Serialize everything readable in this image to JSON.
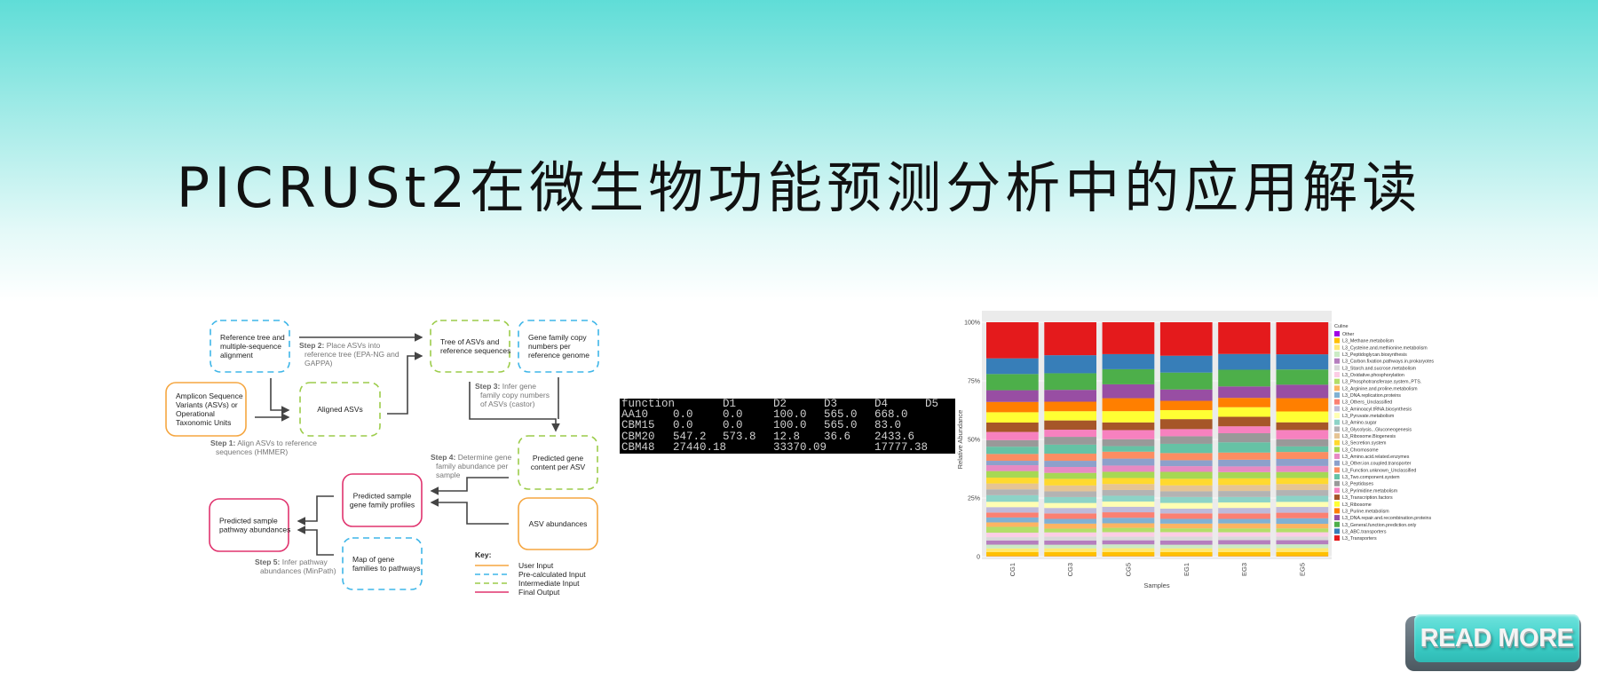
{
  "title": "PICRUSt2在微生物功能预测分析中的应用解读",
  "flowchart": {
    "boxes": {
      "reference_tree": [
        "Reference tree and",
        "multiple-sequence",
        "alignment"
      ],
      "tree_of_asvs": [
        "Tree of ASVs and",
        "reference sequences"
      ],
      "gene_family_copy": [
        "Gene family copy",
        "numbers per",
        "reference genome"
      ],
      "amplicon": [
        "Amplicon Sequence",
        "Variants (ASVs) or",
        "Operational",
        "Taxonomic Units"
      ],
      "aligned_asvs": [
        "Aligned ASVs"
      ],
      "predicted_gene_content": [
        "Predicted gene",
        "content per ASV"
      ],
      "asv_abundances": [
        "ASV abundances"
      ],
      "gene_family_profiles": [
        "Predicted sample",
        "gene family profiles"
      ],
      "pathway_abundances": [
        "Predicted sample",
        "pathway abundances"
      ],
      "map_gene_families": [
        "Map of gene",
        "families to pathways"
      ]
    },
    "steps": {
      "step1": {
        "label": "Step 1:",
        "lines": [
          " Align ASVs to reference",
          "sequences (HMMER)"
        ]
      },
      "step2": {
        "label": "Step 2:",
        "lines": [
          " Place ASVs into",
          "reference tree (EPA-NG and",
          "GAPPA)"
        ]
      },
      "step3": {
        "label": "Step 3:",
        "lines": [
          " Infer gene",
          "family copy numbers",
          "of ASVs (castor)"
        ]
      },
      "step4": {
        "label": "Step 4:",
        "lines": [
          " Determine gene",
          "family abundance per",
          "sample"
        ]
      },
      "step5": {
        "label": "Step 5:",
        "lines": [
          " Infer pathway",
          "abundances (MinPath)"
        ]
      }
    },
    "key": {
      "title": "Key:",
      "items": [
        {
          "label": "User Input",
          "color": "#f5a640",
          "style": "solid"
        },
        {
          "label": "Pre-calculated Input",
          "color": "#3fb6e8",
          "style": "dashed"
        },
        {
          "label": "Intermediate Input",
          "color": "#9ccc4a",
          "style": "dashed"
        },
        {
          "label": "Final Output",
          "color": "#e0336e",
          "style": "solid"
        }
      ]
    }
  },
  "table": {
    "header": [
      "function",
      "",
      "D1",
      "D2",
      "D3",
      "D4",
      "D5"
    ],
    "rows": [
      [
        "AA10",
        "0.0",
        "0.0",
        "100.0",
        "565.0",
        "668.0",
        ""
      ],
      [
        "CBM15",
        "0.0",
        "0.0",
        "100.0",
        "565.0",
        "83.0",
        ""
      ],
      [
        "CBM20",
        "547.2",
        "573.8",
        "12.8",
        "36.6",
        "2433.6",
        ""
      ],
      [
        "CBM48",
        "27440.18",
        "",
        "33370.09",
        "",
        "17777.38",
        ""
      ]
    ]
  },
  "chart_data": {
    "type": "bar",
    "stacked": true,
    "xlabel": "Samples",
    "ylabel": "Relative Abundance",
    "yticks": [
      "0",
      "25%",
      "50%",
      "75%",
      "100%"
    ],
    "ylim": [
      0,
      100
    ],
    "legend_title": "Culine",
    "legend_placement": "right",
    "categories": [
      "CG1",
      "CG3",
      "CG5",
      "EG1",
      "EG3",
      "EG5"
    ],
    "series": [
      {
        "name": "Other",
        "color": "#a100e6",
        "values": [
          0.1,
          0.1,
          0.1,
          0.1,
          0.1,
          0.1
        ]
      },
      {
        "name": "L3_Methane.metabolism",
        "color": "#ffc000",
        "values": [
          1.8,
          1.8,
          1.8,
          1.8,
          1.8,
          1.8
        ]
      },
      {
        "name": "L3_Cysteine.and.methionine.metabolism",
        "color": "#ffe873",
        "values": [
          1.6,
          1.6,
          1.6,
          1.6,
          1.6,
          1.6
        ]
      },
      {
        "name": "L3_Peptidoglycan.biosynthesis",
        "color": "#ccebc5",
        "values": [
          1.6,
          1.5,
          1.6,
          1.5,
          1.6,
          1.6
        ]
      },
      {
        "name": "L3_Carbon.fixation.pathways.in.prokaryotes",
        "color": "#b57ebe",
        "values": [
          1.8,
          1.8,
          1.7,
          1.8,
          1.8,
          1.7
        ]
      },
      {
        "name": "L3_Starch.and.sucrose.metabolism",
        "color": "#d9d9d9",
        "values": [
          1.4,
          1.6,
          1.5,
          1.6,
          1.5,
          1.5
        ]
      },
      {
        "name": "L3_Oxidative.phosphorylation",
        "color": "#fccde5",
        "values": [
          1.9,
          1.8,
          1.9,
          1.9,
          1.8,
          1.8
        ]
      },
      {
        "name": "L3_Phosphotransferase.system..PTS.",
        "color": "#b3de69",
        "values": [
          2.5,
          1.6,
          1.8,
          1.6,
          1.6,
          1.6
        ]
      },
      {
        "name": "L3_Arginine.and.proline.metabolism",
        "color": "#fdb462",
        "values": [
          1.9,
          2.1,
          1.9,
          2.0,
          2.1,
          1.9
        ]
      },
      {
        "name": "L3_DNA.replication.proteins",
        "color": "#80b1d3",
        "values": [
          2.1,
          2.0,
          2.3,
          2.0,
          1.9,
          2.3
        ]
      },
      {
        "name": "L3_Others_Unclassified",
        "color": "#fb8072",
        "values": [
          2.1,
          2.3,
          2.3,
          2.3,
          2.3,
          2.3
        ]
      },
      {
        "name": "L3_Aminoacyl.tRNA.biosynthesis",
        "color": "#bebada",
        "values": [
          2.3,
          2.3,
          2.3,
          2.0,
          2.3,
          2.4
        ]
      },
      {
        "name": "L3_Pyruvate.metabolism",
        "color": "#ffffb3",
        "values": [
          2.3,
          2.1,
          2.2,
          2.4,
          2.3,
          2.1
        ]
      },
      {
        "name": "L3_Amino.sugar",
        "color": "#8dd3c7",
        "values": [
          2.8,
          2.5,
          2.4,
          2.5,
          2.3,
          2.5
        ]
      },
      {
        "name": "L3_Glycolysis...Gluconeogenesis",
        "color": "#b3b3b3",
        "values": [
          2.5,
          2.4,
          2.4,
          2.4,
          2.5,
          2.4
        ]
      },
      {
        "name": "L3_Ribosome.Biogenesis",
        "color": "#e5c494",
        "values": [
          2.5,
          2.5,
          2.5,
          2.5,
          2.5,
          2.5
        ]
      },
      {
        "name": "L3_Secretion.system",
        "color": "#ffd92f",
        "values": [
          2.5,
          2.8,
          2.5,
          2.8,
          2.8,
          2.5
        ]
      },
      {
        "name": "L3_Chromosome",
        "color": "#a6d854",
        "values": [
          2.8,
          2.5,
          2.6,
          2.9,
          2.6,
          2.5
        ]
      },
      {
        "name": "L3_Amino.acid.related.enzymes",
        "color": "#e78ac3",
        "values": [
          2.5,
          2.5,
          2.6,
          2.4,
          2.4,
          2.5
        ]
      },
      {
        "name": "L3_Other.ion.coupled.transporter",
        "color": "#8da0cb",
        "values": [
          1.9,
          2.6,
          2.9,
          2.5,
          2.8,
          2.9
        ]
      },
      {
        "name": "L3_Function.unknown_Unclassified",
        "color": "#fc8d62",
        "values": [
          2.9,
          3.0,
          2.9,
          3.0,
          3.0,
          2.9
        ]
      },
      {
        "name": "L3_Two.component.system",
        "color": "#66c2a5",
        "values": [
          3.1,
          3.8,
          2.3,
          3.9,
          4.3,
          2.3
        ]
      },
      {
        "name": "L3_Peptidases",
        "color": "#999999",
        "values": [
          2.8,
          3.3,
          2.9,
          3.2,
          3.8,
          3.0
        ]
      },
      {
        "name": "L3_Pyrimidine.metabolism",
        "color": "#f781bf",
        "values": [
          3.5,
          3.0,
          3.8,
          3.0,
          2.9,
          3.8
        ]
      },
      {
        "name": "L3_Transcription.factors",
        "color": "#a65628",
        "values": [
          4.0,
          3.9,
          3.2,
          4.2,
          4.0,
          3.2
        ]
      },
      {
        "name": "L3_Ribosome",
        "color": "#ffff33",
        "values": [
          4.4,
          3.9,
          4.7,
          3.8,
          4.0,
          4.5
        ]
      },
      {
        "name": "L3_Purine.metabolism",
        "color": "#ff7f00",
        "values": [
          4.4,
          4.0,
          5.4,
          3.9,
          3.9,
          5.5
        ]
      },
      {
        "name": "L3_DNA.repair.and.recombination.proteins",
        "color": "#984ea3",
        "values": [
          5.0,
          5.0,
          5.8,
          4.8,
          4.8,
          5.6
        ]
      },
      {
        "name": "L3_General.function.prediction.only",
        "color": "#4daf4a",
        "values": [
          6.9,
          7.0,
          6.3,
          7.1,
          7.0,
          6.3
        ]
      },
      {
        "name": "L3_ABC.transporters",
        "color": "#377eb8",
        "values": [
          6.7,
          7.6,
          6.3,
          7.1,
          6.6,
          6.3
        ]
      },
      {
        "name": "L3_Transporters",
        "color": "#e41a1c",
        "values": [
          15.4,
          13.9,
          13.3,
          14.1,
          13.3,
          13.3
        ]
      }
    ]
  },
  "read_more": {
    "label": "READ MORE",
    "color": "#3ccfc8"
  }
}
